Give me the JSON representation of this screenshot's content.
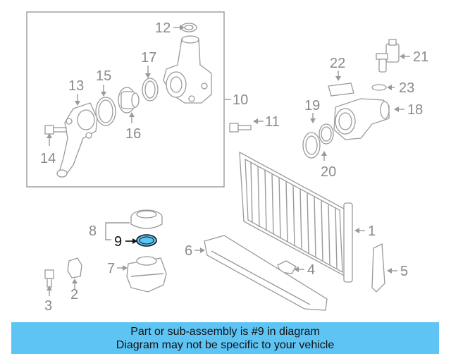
{
  "diagram": {
    "labels": {
      "p1": "1",
      "p2": "2",
      "p3": "3",
      "p4": "4",
      "p5": "5",
      "p6": "6",
      "p7": "7",
      "p8": "8",
      "p9": "9",
      "p10": "10",
      "p11": "11",
      "p12": "12",
      "p13": "13",
      "p14": "14",
      "p15": "15",
      "p16": "16",
      "p17": "17",
      "p18": "18",
      "p19": "19",
      "p20": "20",
      "p21": "21",
      "p22": "22",
      "p23": "23"
    },
    "highlighted_part": "9",
    "colors": {
      "highlight_fill": "#5ec4f4",
      "line_gray": "#9a9a9a",
      "banner_bg": "#5ec4f4"
    }
  },
  "banner": {
    "line1": "Part or sub-assembly is #9 in diagram",
    "line2": "Diagram may not be specific to your vehicle"
  }
}
